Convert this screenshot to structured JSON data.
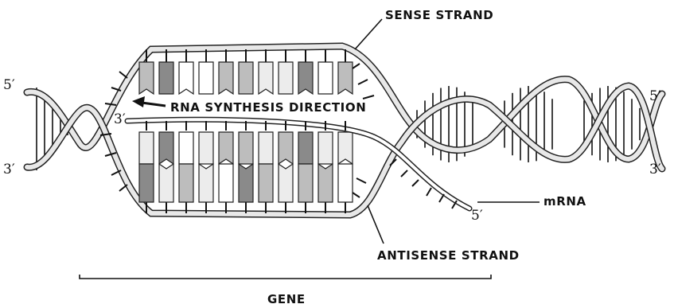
{
  "labels": {
    "sense_strand": "SENSE STRAND",
    "antisense_strand": "ANTISENSE STRAND",
    "rna_direction": "RNA SYNTHESIS DIRECTION",
    "mrna": "mRNA",
    "gene": "GENE"
  },
  "ends": {
    "left_top": "5′",
    "left_bottom": "3′",
    "right_top": "5′",
    "right_bottom": "3′",
    "mrna_3prime": "3′",
    "mrna_5prime": "5′"
  },
  "colors": {
    "strand_fill": "#e8e8e8",
    "strand_outline": "#222222",
    "base_light": "#ececec",
    "base_mid": "#bdbdbd",
    "base_dark": "#8a8a8a",
    "base_white": "#ffffff"
  },
  "top_bases": [
    "mid",
    "dark",
    "white",
    "white",
    "mid",
    "mid",
    "light",
    "light",
    "dark",
    "white",
    "mid"
  ],
  "rna_bases": [
    "light",
    "dark",
    "white",
    "light",
    "mid",
    "mid",
    "light",
    "mid",
    "dark",
    "light",
    "light"
  ],
  "template_bases": [
    "dark",
    "light",
    "mid",
    "light",
    "white",
    "dark",
    "mid",
    "light",
    "mid",
    "mid",
    "white"
  ]
}
